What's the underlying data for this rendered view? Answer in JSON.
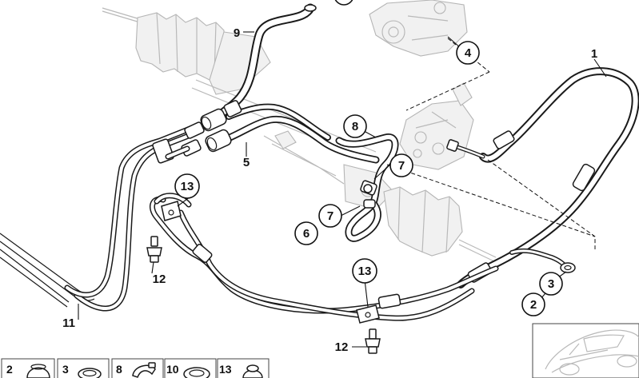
{
  "callouts": {
    "c1": "1",
    "c4": "4",
    "c5": "5",
    "c6": "6",
    "c7a": "7",
    "c7b": "7",
    "c8": "8",
    "c9": "9",
    "c11": "11",
    "c12a": "12",
    "c12b": "12",
    "c13a": "13",
    "c13b": "13",
    "c2": "2",
    "c3": "3"
  },
  "thumbnails": [
    "2",
    "3",
    "8",
    "10",
    "13"
  ],
  "colors": {
    "line": "#1a1a1a",
    "ghost": "#b9b9b9",
    "background": "#ffffff"
  }
}
